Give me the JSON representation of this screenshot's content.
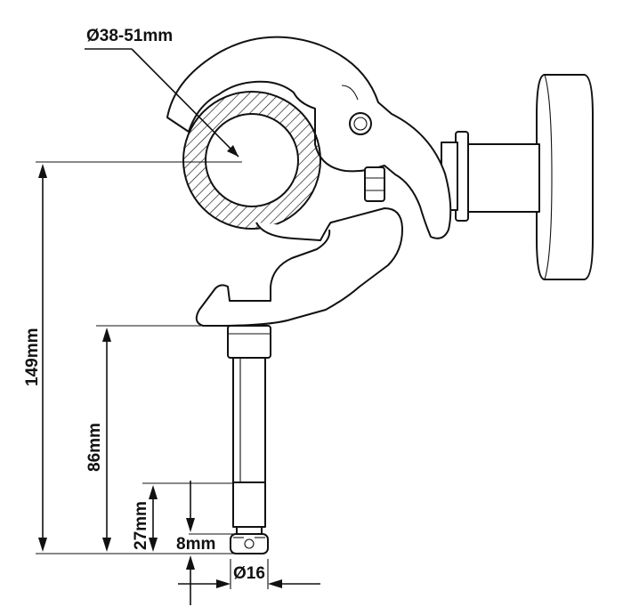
{
  "dimensions": {
    "tube_diameter": "Ø38-51mm",
    "overall_height": "149mm",
    "spigot_length": "86mm",
    "lower_section": "27mm",
    "pin_hole_offset": "8mm",
    "spigot_diameter": "Ø16"
  },
  "colors": {
    "line": "#111111",
    "background": "#ffffff"
  }
}
